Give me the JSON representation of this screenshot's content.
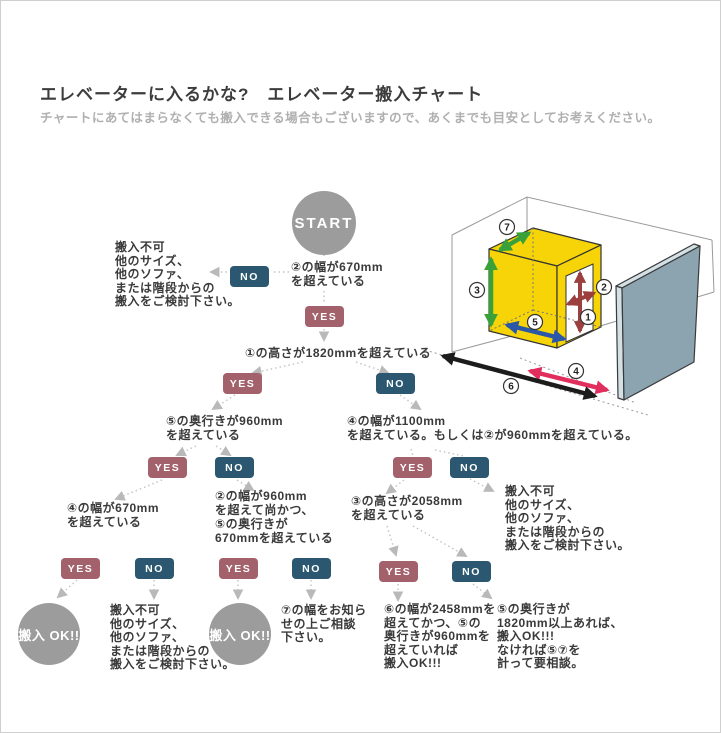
{
  "page": {
    "title": "エレベーターに入るかな?　エレベーター搬入チャート",
    "subtitle": "チャートにあてはまらなくても搬入できる場合もございますので、あくまでも目安としてお考えください。"
  },
  "labels": {
    "start": "START",
    "yes": "YES",
    "no": "NO",
    "carry_ok": "搬入 OK!!"
  },
  "questions": {
    "q1": "②の幅が670mm\nを超えている",
    "q2": "①の高さが1820mmを超えている",
    "q3": "⑤の奥行きが960mm\nを超えている",
    "q4": "④の幅が1100mm\nを超えている。もしくは②が960mmを超えている。",
    "q5": "④の幅が670mm\nを超えている",
    "q6": "②の幅が960mm\nを超えて尚かつ、\n⑤の奥行きが\n670mmを超えている",
    "q7": "③の高さが2058mm\nを超えている"
  },
  "notes": {
    "reject": "搬入不可\n他のサイズ、\n他のソファ、\nまたは階段からの\n搬入をご検討下さい。",
    "consult_width7": "⑦の幅をお知ら\nせの上ご相談\n下さい。",
    "ok_if_width6": "⑥の幅が2458mmを\n超えてかつ、⑤の\n奥行きが960mmを\n超えていれば\n搬入OK!!!",
    "ok_if_depth5": "⑤の奥行きが\n1820mm以上あれば、\n搬入OK!!!\nなければ⑤⑦を\n計って要相談。"
  },
  "illustration": {
    "markers": {
      "m1": "1",
      "m2": "2",
      "m3": "3",
      "m4": "4",
      "m5": "5",
      "m6": "6",
      "m7": "7"
    }
  },
  "colors": {
    "yes_box": "#a2616b",
    "no_box": "#2b5870",
    "node_circle": "#9c9c9c",
    "connector": "#c6c6c6",
    "text": "#3a3a3a",
    "muted_text": "#b0b0b0",
    "car_yellow": "#f6d408",
    "arrow_green": "#3aa13a",
    "arrow_blue": "#2a57a7",
    "arrow_dark_red": "#9c3f3f",
    "arrow_crimson": "#e02e5d",
    "arrow_black": "#1c1c1c",
    "wall_face": "#8ba4af",
    "wall_edge": "#d3e0e6"
  }
}
